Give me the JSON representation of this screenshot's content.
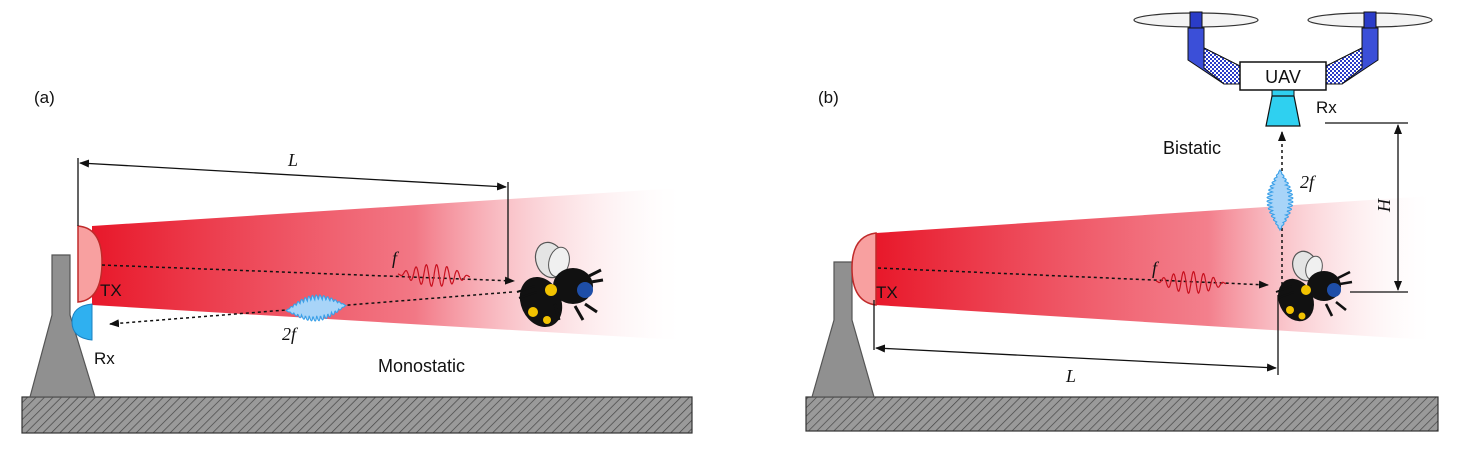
{
  "panel_a": {
    "label": "(a)",
    "tx_label": "TX",
    "rx_label": "Rx",
    "distance_label": "L",
    "freq_out_label": "f",
    "freq_back_label": "2f",
    "mode_label": "Monostatic"
  },
  "panel_b": {
    "label": "(b)",
    "tx_label": "TX",
    "uav_label": "UAV",
    "rx_label": "Rx",
    "distance_label": "L",
    "height_label": "H",
    "freq_out_label": "f",
    "freq_up_label": "2f",
    "mode_label": "Bistatic"
  },
  "colors": {
    "beam_red": "#e8182a",
    "harmonic_blue": "#3aa0e8",
    "uav_arm_blue": "#3b4fd8",
    "rx_cyan": "#2fd0f0",
    "ground_gray": "#8a8a8a",
    "mast_gray": "#909090"
  }
}
